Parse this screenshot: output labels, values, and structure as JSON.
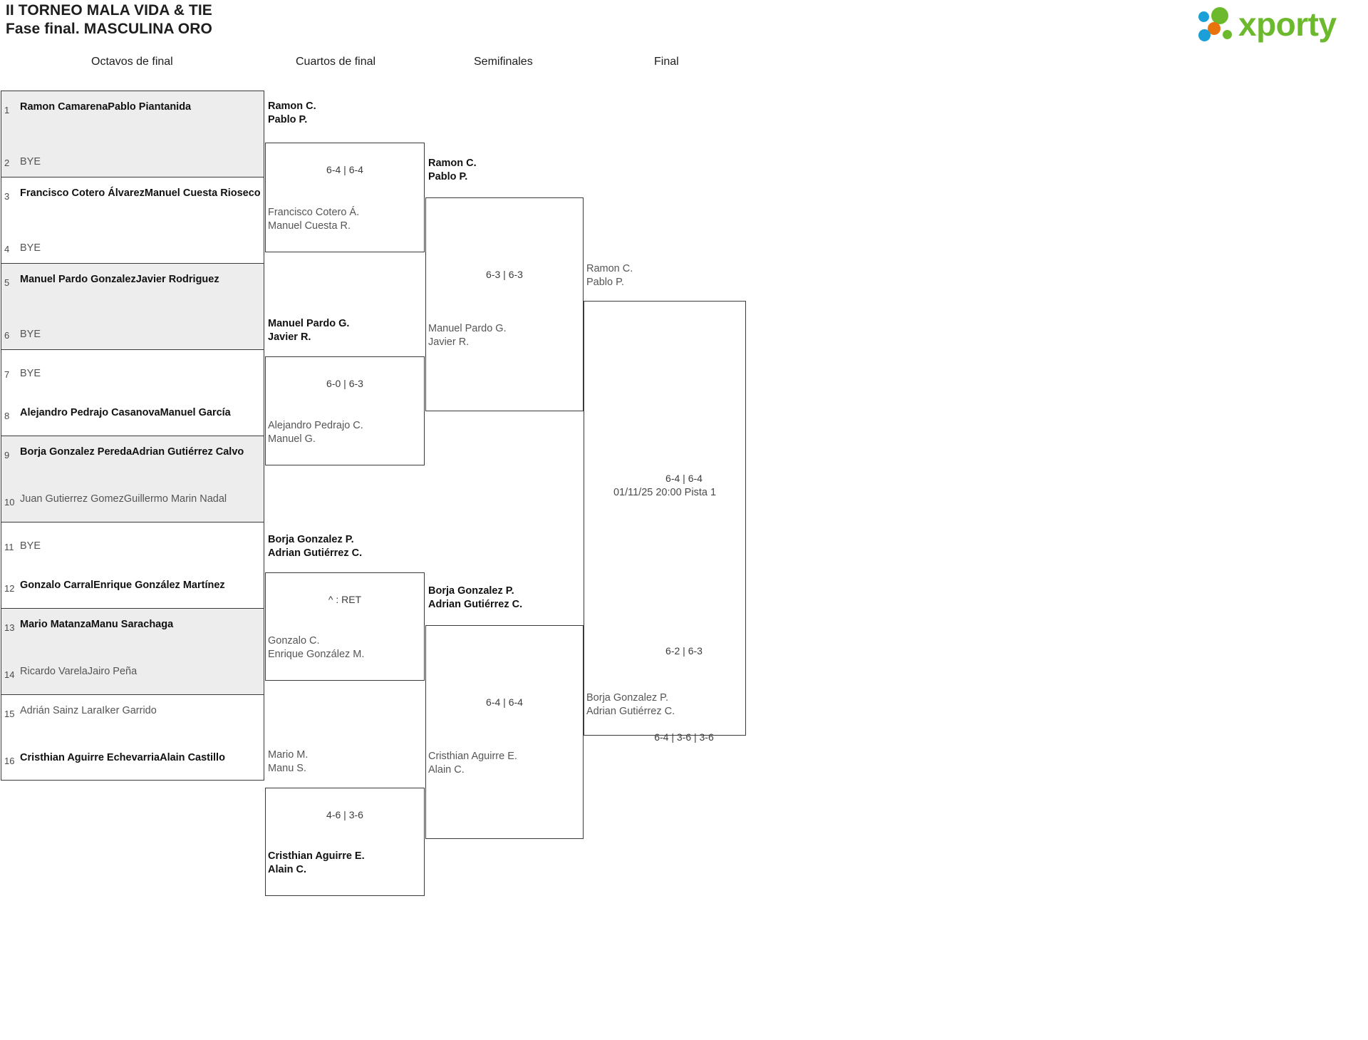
{
  "header": {
    "title_line1": "II TORNEO MALA VIDA & TIE",
    "title_line2": "Fase final. MASCULINA ORO",
    "logo_text": "xporty",
    "logo_colors": {
      "green": "#6cb92d",
      "blue": "#1a9fd9",
      "orange": "#e8730c"
    }
  },
  "rounds": [
    {
      "label": "Octavos de final"
    },
    {
      "label": "Cuartos de final"
    },
    {
      "label": "Semifinales"
    },
    {
      "label": "Final"
    }
  ],
  "round1": {
    "seeds": [
      {
        "num": "1",
        "line1": "Ramon Camarena",
        "line2": "Pablo Piantanida",
        "status": "winner"
      },
      {
        "num": "2",
        "line1": "BYE",
        "line2": "",
        "status": "bye"
      },
      {
        "num": "3",
        "line1": "Francisco Cotero Álvarez",
        "line2": "Manuel Cuesta Rioseco",
        "status": "winner"
      },
      {
        "num": "4",
        "line1": "BYE",
        "line2": "",
        "status": "bye"
      },
      {
        "num": "5",
        "line1": "Manuel Pardo Gonzalez",
        "line2": "Javier Rodriguez",
        "status": "winner"
      },
      {
        "num": "6",
        "line1": "BYE",
        "line2": "",
        "status": "bye"
      },
      {
        "num": "7",
        "line1": "BYE",
        "line2": "",
        "status": "bye"
      },
      {
        "num": "8",
        "line1": "Alejandro Pedrajo Casanova",
        "line2": "Manuel García",
        "status": "winner"
      },
      {
        "num": "9",
        "line1": "Borja Gonzalez Pereda",
        "line2": "Adrian Gutiérrez Calvo",
        "status": "winner"
      },
      {
        "num": "10",
        "line1": "Juan Gutierrez Gomez",
        "line2": "Guillermo Marin Nadal",
        "status": "loser"
      },
      {
        "num": "11",
        "line1": "BYE",
        "line2": "",
        "status": "bye"
      },
      {
        "num": "12",
        "line1": "Gonzalo Carral",
        "line2": "Enrique González Martínez",
        "status": "winner"
      },
      {
        "num": "13",
        "line1": "Mario Matanza",
        "line2": "Manu Sarachaga",
        "status": "winner"
      },
      {
        "num": "14",
        "line1": "Ricardo Varela",
        "line2": "Jairo Peña",
        "status": "loser"
      },
      {
        "num": "15",
        "line1": "Adrián Sainz Lara",
        "line2": "Iker Garrido",
        "status": "loser"
      },
      {
        "num": "16",
        "line1": "Cristhian Aguirre Echevarria",
        "line2": "Alain Castillo",
        "status": "winner"
      }
    ],
    "scores": [
      {
        "text": ""
      },
      {
        "text": ""
      },
      {
        "text": ""
      },
      {
        "text": ""
      },
      {
        "text": "6-4 | 6-4"
      },
      {
        "text": ""
      },
      {
        "text": "6-2 | 6-3"
      },
      {
        "text": "6-4 | 3-6 | 3-6"
      }
    ]
  },
  "round2": {
    "matches": [
      {
        "top": {
          "line1": "Ramon C.",
          "line2": "Pablo P.",
          "status": "winner"
        },
        "bottom": {
          "line1": "Francisco Cotero Á.",
          "line2": "Manuel Cuesta R.",
          "status": "loser"
        },
        "score": "6-4 | 6-4"
      },
      {
        "top": {
          "line1": "Manuel Pardo G.",
          "line2": "Javier R.",
          "status": "winner"
        },
        "bottom": {
          "line1": "Alejandro Pedrajo C.",
          "line2": "Manuel G.",
          "status": "loser"
        },
        "score": "6-0 | 6-3"
      },
      {
        "top": {
          "line1": "Borja Gonzalez P.",
          "line2": "Adrian Gutiérrez C.",
          "status": "winner"
        },
        "bottom": {
          "line1": "Gonzalo C.",
          "line2": "Enrique González M.",
          "status": "loser"
        },
        "score": "^ : RET"
      },
      {
        "top": {
          "line1": "Mario M.",
          "line2": "Manu S.",
          "status": "loser"
        },
        "bottom": {
          "line1": "Cristhian Aguirre E.",
          "line2": "Alain C.",
          "status": "winner"
        },
        "score": "4-6 | 3-6"
      }
    ]
  },
  "round3": {
    "matches": [
      {
        "top": {
          "line1": "Ramon C.",
          "line2": "Pablo P.",
          "status": "winner"
        },
        "bottom": {
          "line1": "Manuel Pardo G.",
          "line2": "Javier R.",
          "status": "loser"
        },
        "score": "6-3 | 6-3"
      },
      {
        "top": {
          "line1": "Borja Gonzalez P.",
          "line2": "Adrian Gutiérrez C.",
          "status": "winner"
        },
        "bottom": {
          "line1": "Cristhian Aguirre E.",
          "line2": "Alain C.",
          "status": "loser"
        },
        "score": "6-4 | 6-4"
      }
    ]
  },
  "round4": {
    "match": {
      "top": {
        "line1": "Ramon C.",
        "line2": "Pablo P.",
        "status": "pending"
      },
      "bottom": {
        "line1": "Borja Gonzalez P.",
        "line2": "Adrian Gutiérrez C.",
        "status": "pending"
      },
      "info": "01/11/25 20:00 Pista 1"
    }
  }
}
